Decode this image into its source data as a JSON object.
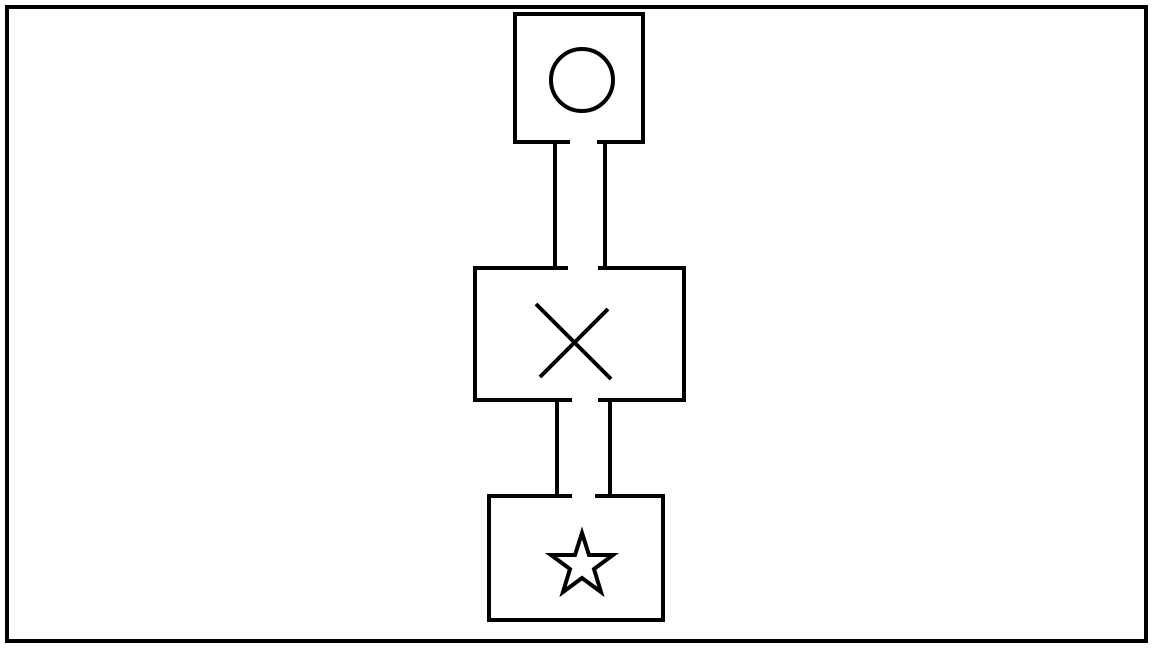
{
  "diagram": {
    "style": {
      "line_color": "#000000",
      "background": "#ffffff"
    },
    "nodes": [
      {
        "id": "top-box",
        "symbol": "circle-icon"
      },
      {
        "id": "middle-box",
        "symbol": "x-icon"
      },
      {
        "id": "bottom-box",
        "symbol": "star-icon"
      }
    ],
    "connections": [
      {
        "from": "top-box",
        "to": "middle-box",
        "kind": "double-line"
      },
      {
        "from": "middle-box",
        "to": "bottom-box",
        "kind": "double-line"
      }
    ]
  }
}
